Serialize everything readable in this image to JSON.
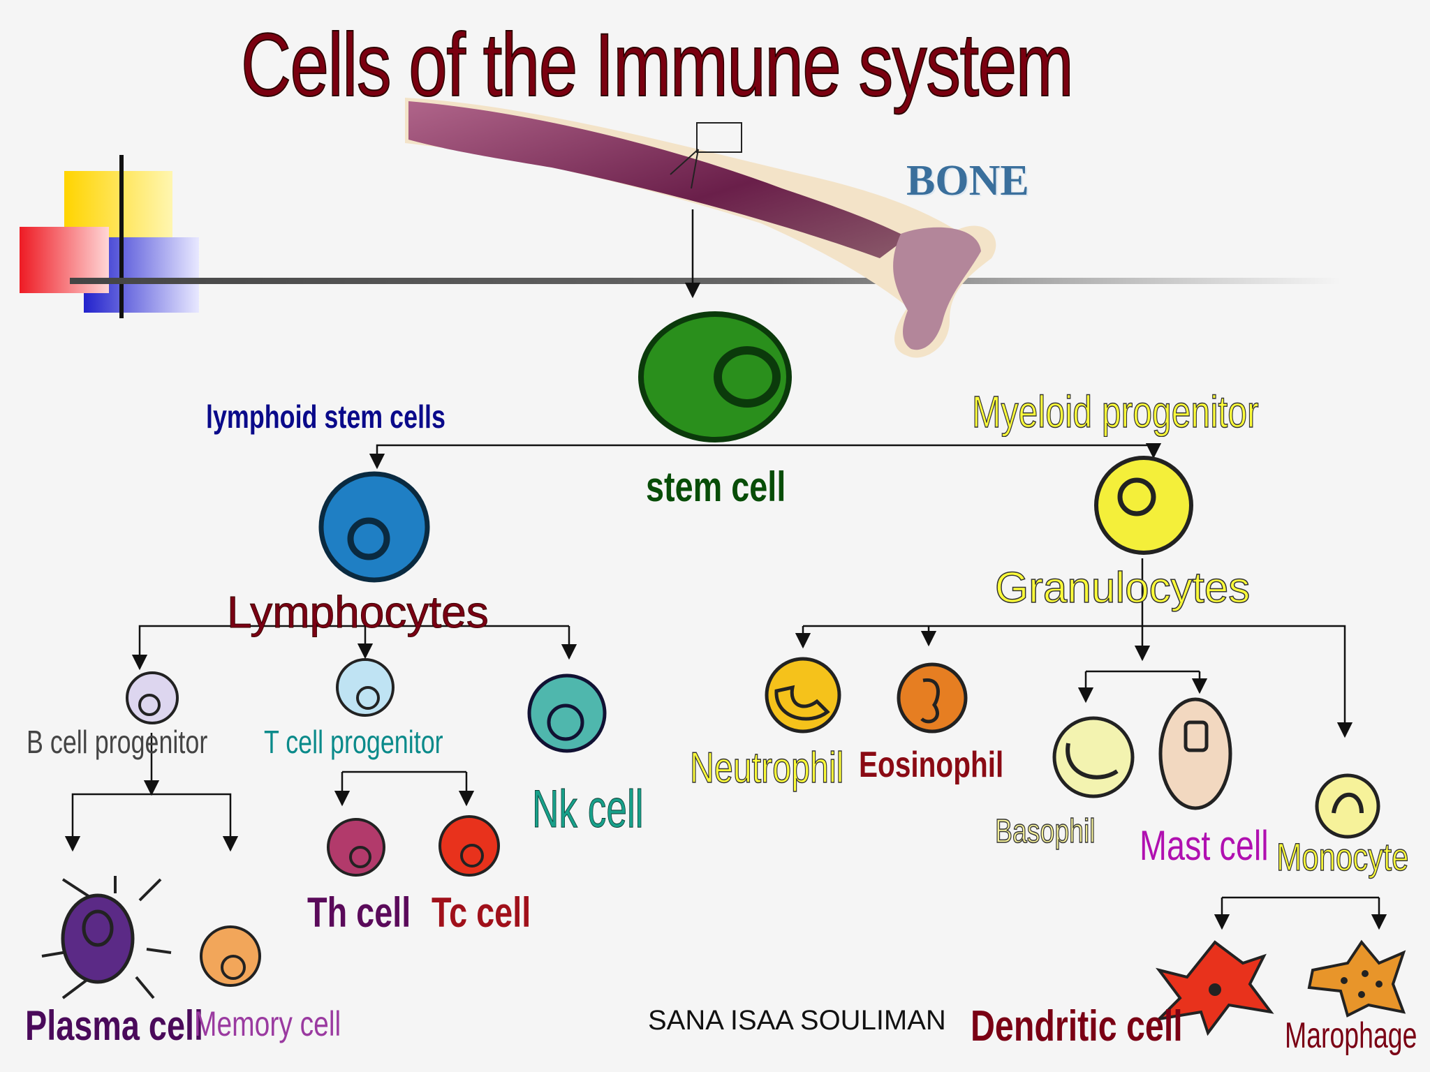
{
  "title": "Cells of the Immune system",
  "bone_label": "BONE",
  "labels": {
    "lymphoid": "lymphoid stem cells",
    "myeloid": "Myeloid progenitor",
    "stem_cell": "stem cell",
    "lymphocytes": "Lymphocytes",
    "granulocytes": "Granulocytes",
    "b_cell_progenitor": "B cell progenitor",
    "t_cell_progenitor": "T cell progenitor",
    "nk_cell": "Nk cell",
    "th_cell": "Th cell",
    "tc_cell": "Tc cell",
    "plasma_cell": "Plasma cell",
    "memory_cell": "Memory cell",
    "neutrophil": "Neutrophil",
    "eosinophil": "Eosinophil",
    "basophil": "Basophil",
    "mast_cell": "Mast cell",
    "monocyte": "Monocyte",
    "dendritic_cell": "Dendritic cell",
    "macrophage": "Marophage"
  },
  "footer": "SANA ISAA SOULIMAN",
  "colors": {
    "title": "#7a0010",
    "stem_cell": "#2a8f1c",
    "lymphocyte": "#1f7fc4",
    "myeloid": "#f4ef3a",
    "neutrophil": "#f5c21b",
    "eosinophil": "#e67e22",
    "basophil": "#f3f3b0",
    "mast": "#f2d8c0",
    "monocyte": "#f6f29a",
    "plasma": "#5b2a86",
    "memory": "#f2a65a",
    "th": "#b23a6b",
    "tc": "#e8321c",
    "nk": "#4fb7ad",
    "b_progenitor": "#ddd6ef",
    "t_progenitor": "#bfe3f3",
    "dendritic": "#e8321c",
    "macrophage": "#e8952a"
  }
}
